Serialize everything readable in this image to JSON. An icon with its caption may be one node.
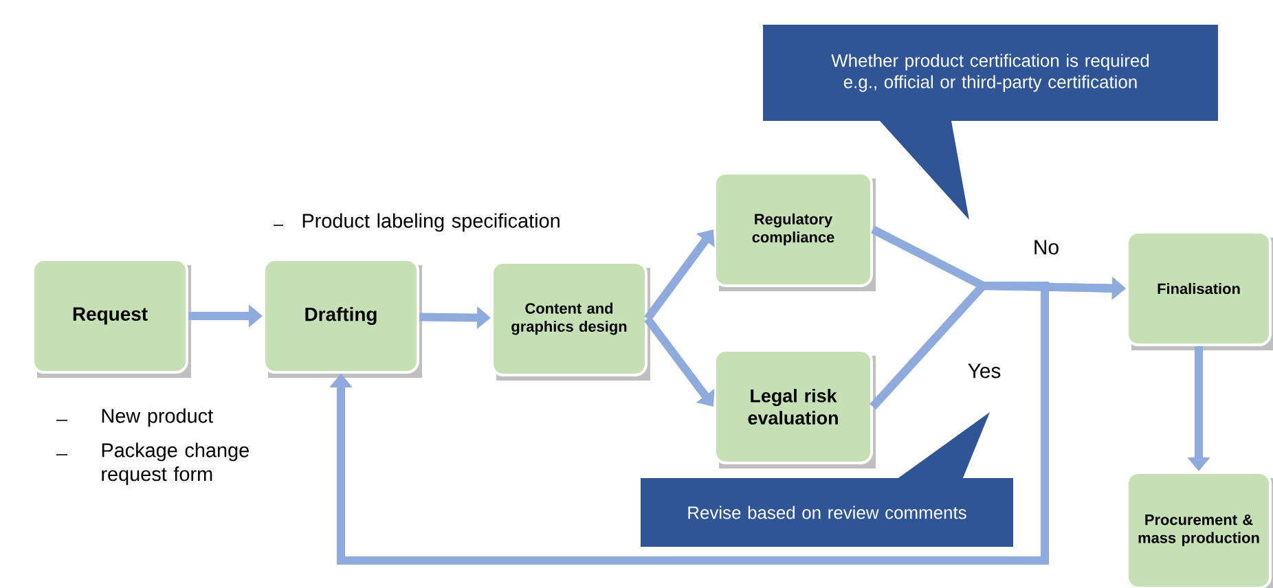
{
  "diagram": {
    "nodes": [
      {
        "text": [
          "Request"
        ],
        "beside": [
          "New product",
          "Package change request form"
        ]
      },
      {
        "text": [
          "Drafting"
        ],
        "beside": [
          "Product labeling specification"
        ]
      },
      {
        "text": [
          "Content and graphics design"
        ]
      },
      {
        "text": [
          "Regulatory compliance"
        ]
      },
      {
        "text": [
          "Legal risk evaluation"
        ]
      },
      {
        "text": [
          "Finalisation"
        ]
      },
      {
        "text": [
          "Procurement & mass production"
        ]
      },
      {
        "text": [
          "Whether product certification is required",
          "e.g., official or third-party certification"
        ]
      },
      {
        "text": [
          "Revise based on review comments"
        ]
      }
    ],
    "edges": [
      {
        "from": 0,
        "to": 1,
        "arrow": "to"
      },
      {
        "from": 1,
        "to": 2,
        "arrow": "to"
      },
      {
        "from": 2,
        "to": 3,
        "arrow": "to"
      },
      {
        "from": 2,
        "to": 4,
        "arrow": "to"
      },
      {
        "from": 3,
        "to": 5,
        "arrow": "to",
        "label": "No"
      },
      {
        "from": 4,
        "to": 5,
        "arrow": "to"
      },
      {
        "from": 3,
        "to": 1,
        "arrow": "to"
      },
      {
        "from": 4,
        "to": 1,
        "arrow": "to",
        "label": "Yes"
      },
      {
        "from": 5,
        "to": 6,
        "arrow": "to"
      }
    ]
  }
}
